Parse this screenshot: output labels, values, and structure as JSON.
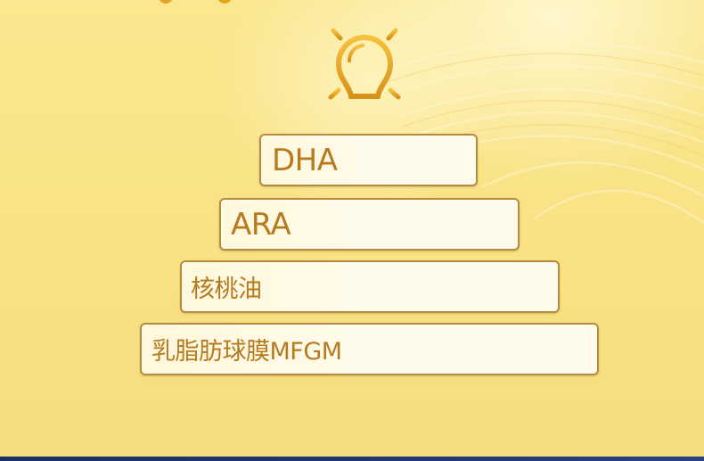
{
  "pyramid": {
    "items": [
      {
        "label": "DHA"
      },
      {
        "label": "ARA"
      },
      {
        "label": "核桃油"
      },
      {
        "label": "乳脂肪球膜MFGM"
      }
    ]
  },
  "icons": {
    "bulb": "lightbulb-icon"
  },
  "colors": {
    "background": "#f8e283",
    "label_text": "#b77a1f",
    "box_border": "#b88a3e",
    "bulb_gold": "#e3a41f",
    "bottom_bar": "#1c2f63"
  }
}
